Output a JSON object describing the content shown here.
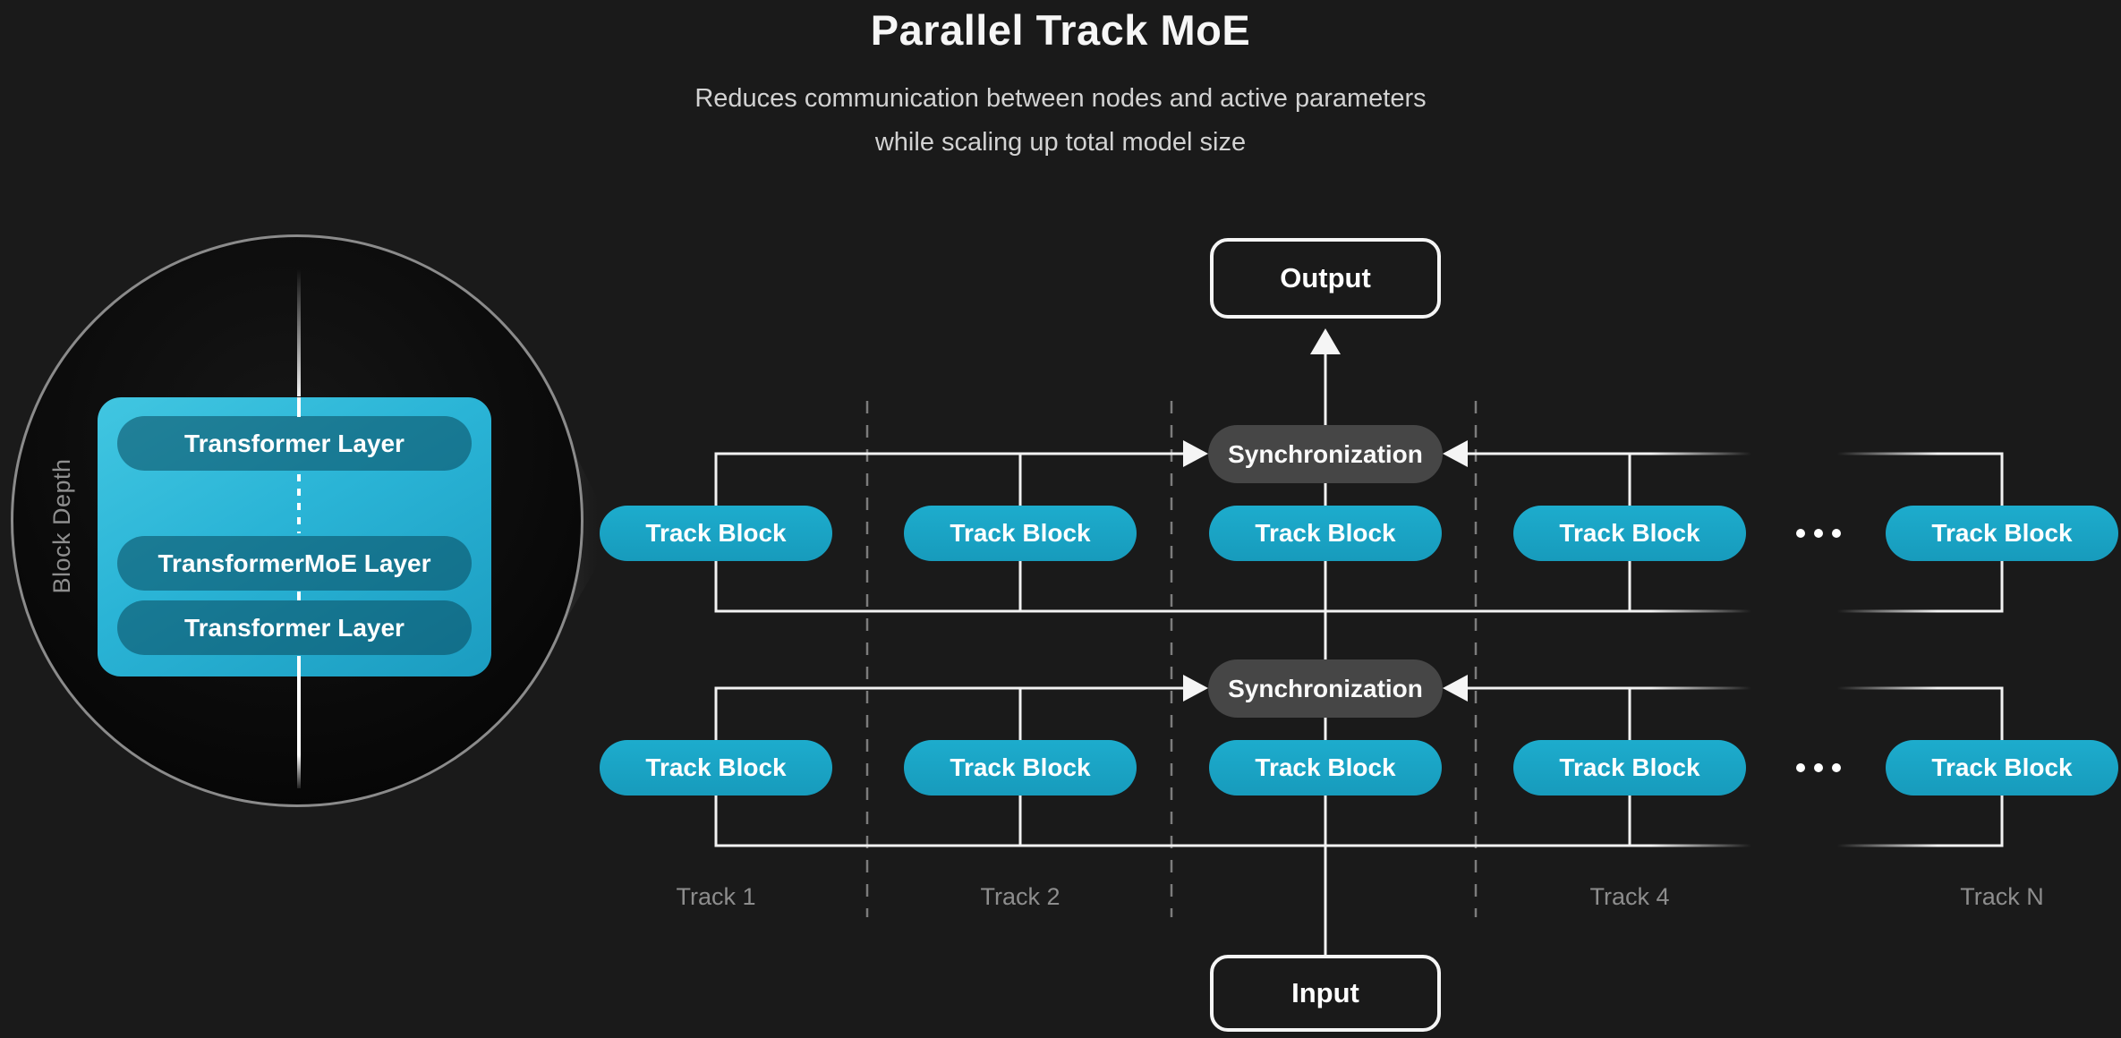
{
  "title": "Parallel Track MoE",
  "subtitle": {
    "line1": "Reduces communication between nodes and active parameters",
    "line2": "while scaling up total model size"
  },
  "inset": {
    "axis_label": "Block Depth",
    "layer_top": "Transformer Layer",
    "layer_middle": "TransformerMoE Layer",
    "layer_bottom": "Transformer Layer"
  },
  "diagram": {
    "output_label": "Output",
    "input_label": "Input",
    "sync_label": "Synchronization",
    "track_block_label": "Track Block",
    "track_labels": {
      "t1": "Track 1",
      "t2": "Track 2",
      "t4": "Track 4",
      "tn": "Track N"
    }
  },
  "colors": {
    "background": "#1a1a1a",
    "accent_teal": "#19a4c6",
    "inset_panel_teal": "#2ab4d6",
    "inner_layer_teal": "#15758f",
    "sync_gray": "#464646",
    "line_white": "#f2f2f2",
    "divider_gray": "#7c7c7c",
    "muted_text": "#8d8d8d"
  }
}
